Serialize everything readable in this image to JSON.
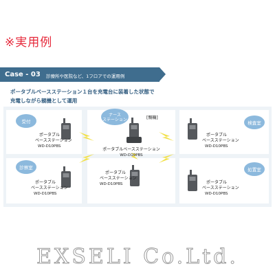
{
  "heading": "※実用例",
  "case": {
    "title": "Case - 03",
    "subtitle": "診療所や医院など、1フロアでの運用例"
  },
  "description": [
    "ポータブルベースステーション１台を充電台に装着した状態で",
    "充電しながら親機として運用"
  ],
  "diagram": {
    "center": {
      "badge": "ナース\nステーション",
      "parent_label": "[親機]",
      "device_lines": [
        "ポータブルベースステーション",
        "WD-D10PBS"
      ]
    },
    "rooms": [
      {
        "badge": "受付",
        "device_lines": [
          "ポータブル",
          "ベースステーション",
          "WD-D10PBS"
        ]
      },
      {
        "badge": "診察室",
        "device_lines": [
          "ポータブル",
          "ベースステーション",
          "WD-D10PBS"
        ]
      },
      {
        "badge": "検査室",
        "device_lines": [
          "ポータブル",
          "ベースステーション",
          "WD-D10PBS"
        ]
      },
      {
        "badge": "処置室",
        "device_lines": [
          "ポータブル",
          "ベースステーション",
          "WD-D10PBS"
        ]
      },
      {
        "badge": "",
        "device_lines": [
          "ポータブル",
          "ベースステーション",
          "WD-D10PBS"
        ]
      }
    ],
    "colors": {
      "badge": "#8cb9dd",
      "device": "#55585c",
      "signal": "#f2e14a",
      "panel": "#eef3f7"
    }
  },
  "watermark": "EXSELI Co.Ltd."
}
